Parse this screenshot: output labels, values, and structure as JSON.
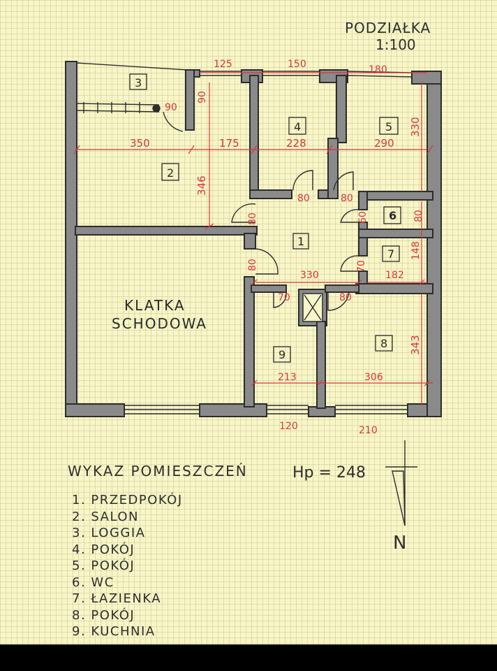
{
  "scale": {
    "label": "PODZIAŁKA",
    "value": "1:100"
  },
  "stair_label": {
    "line1": "KLATKA",
    "line2": "SCHODOWA"
  },
  "room_numbers": [
    "1",
    "2",
    "3",
    "4",
    "5",
    "6",
    "7",
    "8",
    "9"
  ],
  "dimensions": {
    "window_top_1": "125",
    "window_top_2": "150",
    "window_top_3": "180",
    "loggia_90_a": "90",
    "loggia_90_b": "90",
    "salon_width": "350",
    "hall_width": "175",
    "room4_width": "228",
    "room5_width": "290",
    "room5_depth": "330",
    "salon_depth": "346",
    "door_room4": "80",
    "door_room5": "80",
    "door_salon": "80",
    "door_wc": "60",
    "wc_depth": "80",
    "door_stair": "80",
    "hall_length": "330",
    "door_bath": "70",
    "bath_width": "182",
    "bath_depth": "148",
    "door_kitchen": "70",
    "door_room8": "80",
    "room8_depth": "343",
    "kitchen_width": "213",
    "room8_width": "306",
    "window_bottom_1": "120",
    "window_bottom_2": "210"
  },
  "legend": {
    "title": "WYKAZ POMIESZCZEŃ",
    "height": "Hp = 248",
    "items": [
      "1. PRZEDPOKÓJ",
      "2. SALON",
      "3. LOGGIA",
      "4. POKÓJ",
      "5. POKÓJ",
      "6. WC",
      "7. ŁAZIENKA",
      "8. POKÓJ",
      "9. KUCHNIA"
    ]
  },
  "north": {
    "label": "N"
  },
  "icons": [
    "north-arrow-icon",
    "door-swing-icon"
  ],
  "colors": {
    "walls": "#8a8a8a",
    "dimensions": "#d8363c",
    "paper": "#f8f6c9",
    "grid": "#cdc88c"
  }
}
